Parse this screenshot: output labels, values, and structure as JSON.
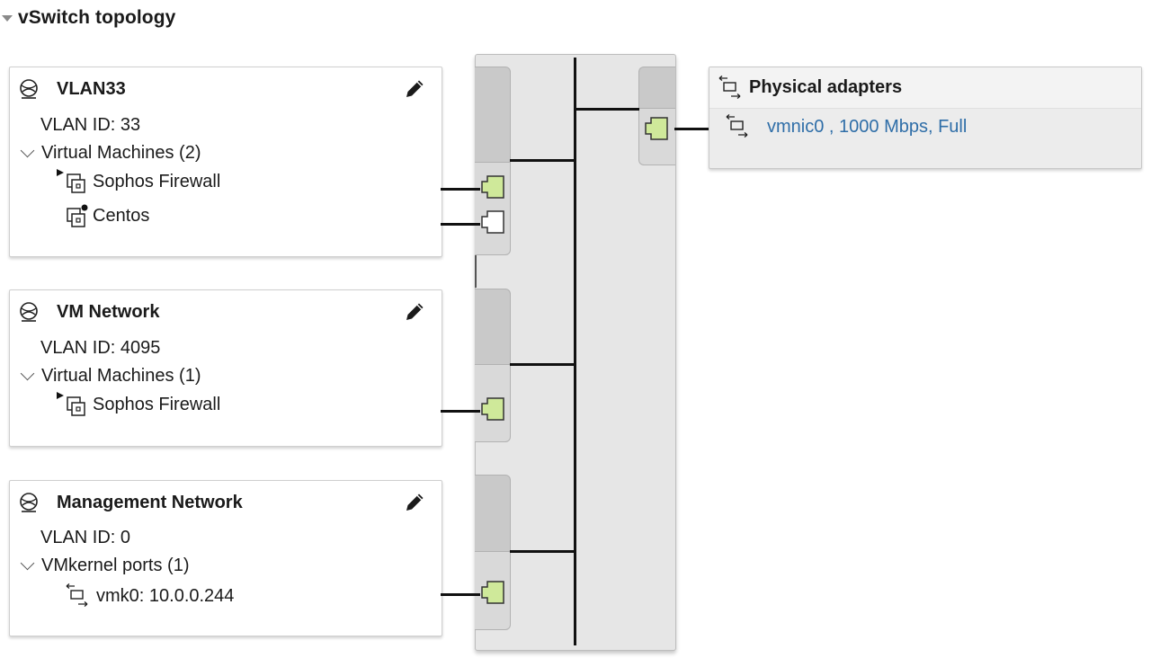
{
  "section": {
    "title": "vSwitch topology"
  },
  "port_groups": [
    {
      "name": "VLAN33",
      "vlan_label": "VLAN ID: 33",
      "group_label": "Virtual Machines (2)",
      "items": [
        "Sophos Firewall",
        "Centos"
      ]
    },
    {
      "name": "VM Network",
      "vlan_label": "VLAN ID: 4095",
      "group_label": "Virtual Machines (1)",
      "items": [
        "Sophos Firewall"
      ]
    },
    {
      "name": "Management Network",
      "vlan_label": "VLAN ID: 0",
      "group_label": "VMkernel ports (1)",
      "items": [
        "vmk0: 10.0.0.244"
      ]
    }
  ],
  "physical_adapters": {
    "title": "Physical adapters",
    "items": [
      "vmnic0 , 1000 Mbps, Full"
    ]
  },
  "colors": {
    "port_active": "#cfe99a",
    "port_inactive": "#ffffff",
    "link": "#2f6ea8"
  },
  "icons": {
    "section_toggle": "caret-down-icon",
    "port_group": "network-globe-icon",
    "edit": "pencil-icon",
    "vm": "vm-icon",
    "vmkernel": "vmkernel-adapter-icon",
    "nic": "physical-nic-icon"
  }
}
